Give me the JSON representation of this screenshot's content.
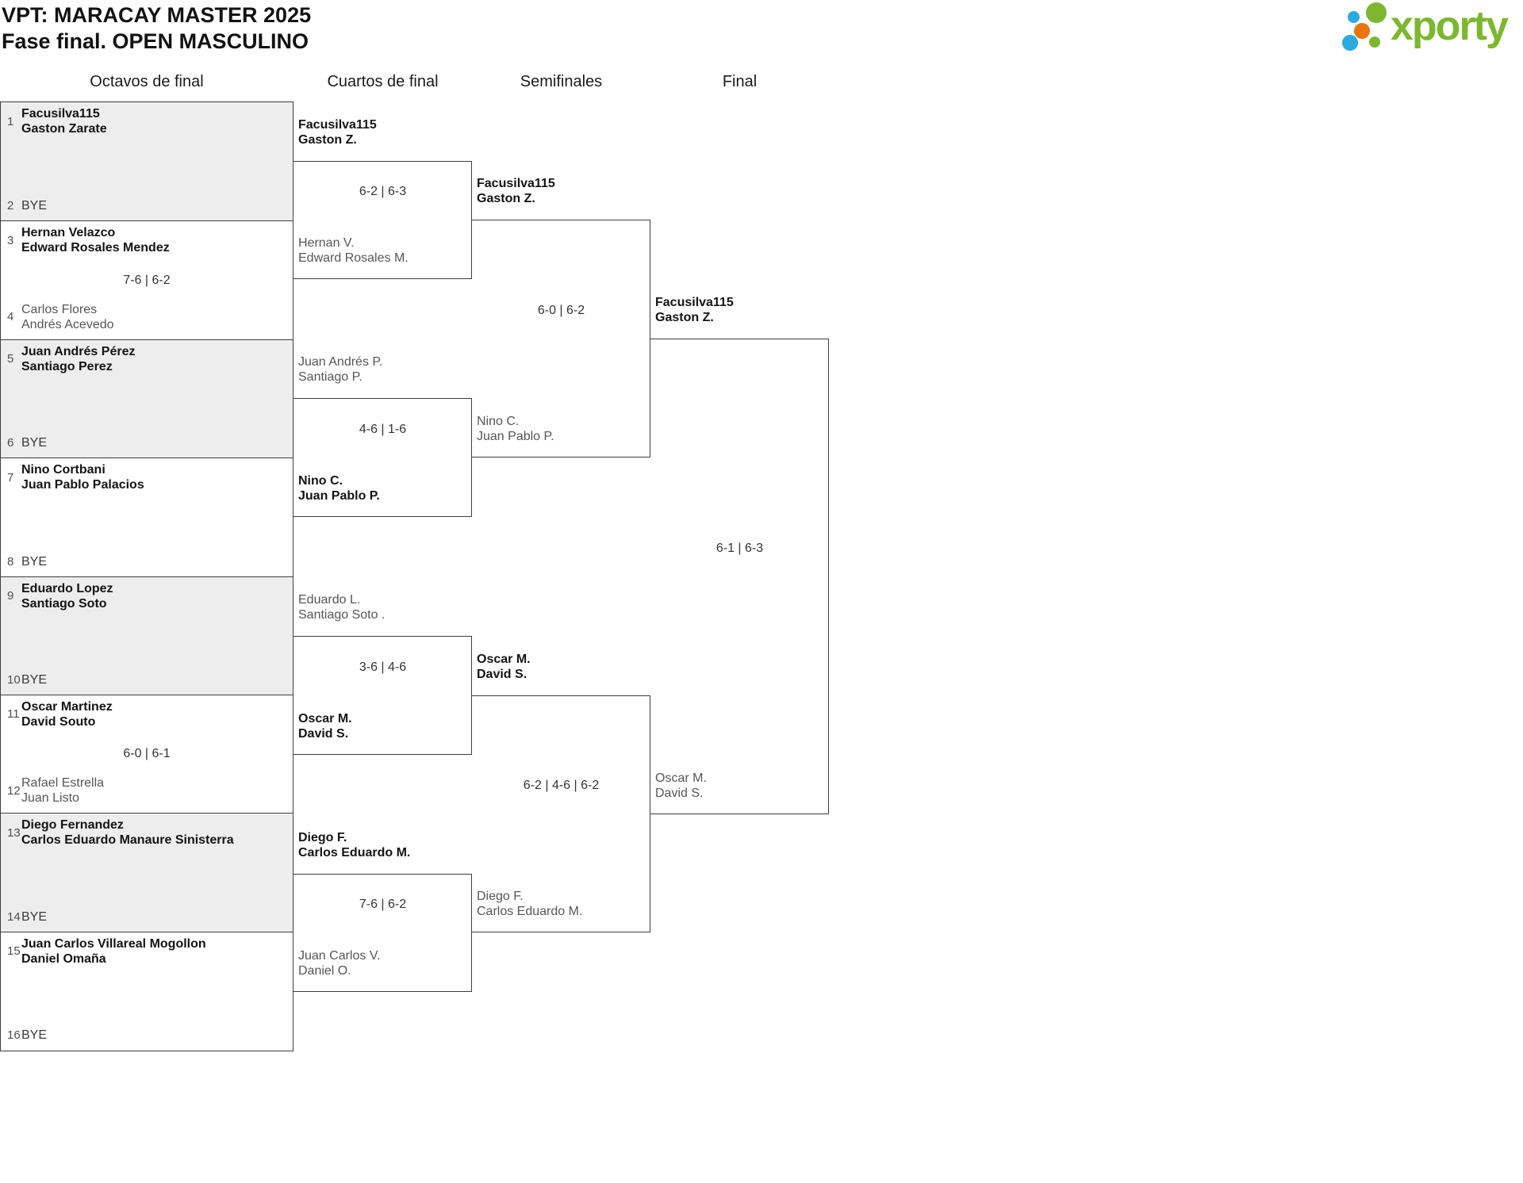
{
  "title": {
    "line1": "VPT: MARACAY MASTER 2025",
    "line2": "Fase final. OPEN MASCULINO"
  },
  "logo": {
    "text": "xporty",
    "green": "#7cb82f",
    "blue": "#2ba9e1",
    "orange": "#ea750f"
  },
  "columns": [
    "Octavos de final",
    "Cuartos de final",
    "Semifinales",
    "Final"
  ],
  "bracket": {
    "r16": [
      {
        "seed1": "1",
        "t1a": "Facusilva115",
        "t1b": "Gaston Zarate",
        "score": "",
        "seed2": "2",
        "t2a": "BYE",
        "t2b": "",
        "winner": "top"
      },
      {
        "seed1": "3",
        "t1a": "Hernan Velazco",
        "t1b": "Edward Rosales Mendez",
        "score": "7-6 | 6-2",
        "seed2": "4",
        "t2a": "Carlos Flores",
        "t2b": "Andrés Acevedo",
        "winner": "top"
      },
      {
        "seed1": "5",
        "t1a": "Juan Andrés Pérez",
        "t1b": "Santiago Perez",
        "score": "",
        "seed2": "6",
        "t2a": "BYE",
        "t2b": "",
        "winner": "top"
      },
      {
        "seed1": "7",
        "t1a": "Nino Cortbani",
        "t1b": "Juan Pablo Palacios",
        "score": "",
        "seed2": "8",
        "t2a": "BYE",
        "t2b": "",
        "winner": "top"
      },
      {
        "seed1": "9",
        "t1a": "Eduardo Lopez",
        "t1b": "Santiago Soto",
        "score": "",
        "seed2": "10",
        "t2a": "BYE",
        "t2b": "",
        "winner": "top"
      },
      {
        "seed1": "11",
        "t1a": "Oscar Martinez",
        "t1b": "David Souto",
        "score": "6-0 | 6-1",
        "seed2": "12",
        "t2a": "Rafael Estrella",
        "t2b": "Juan Listo",
        "winner": "top"
      },
      {
        "seed1": "13",
        "t1a": "Diego Fernandez",
        "t1b": "Carlos Eduardo Manaure Sinisterra",
        "score": "",
        "seed2": "14",
        "t2a": "BYE",
        "t2b": "",
        "winner": "top"
      },
      {
        "seed1": "15",
        "t1a": "Juan Carlos Villareal Mogollon",
        "t1b": "Daniel Omaña",
        "score": "",
        "seed2": "16",
        "t2a": "BYE",
        "t2b": "",
        "winner": "top"
      }
    ],
    "qf": [
      {
        "t1a": "Facusilva115",
        "t1b": "Gaston Z.",
        "score": "6-2 | 6-3",
        "t2a": "Hernan V.",
        "t2b": "Edward Rosales M.",
        "winner": "top"
      },
      {
        "t1a": "Juan Andrés P.",
        "t1b": "Santiago P.",
        "score": "4-6 | 1-6",
        "t2a": "Nino C.",
        "t2b": "Juan Pablo P.",
        "winner": "bottom"
      },
      {
        "t1a": "Eduardo L.",
        "t1b": "Santiago Soto .",
        "score": "3-6 | 4-6",
        "t2a": "Oscar M.",
        "t2b": "David S.",
        "winner": "bottom"
      },
      {
        "t1a": "Diego F.",
        "t1b": "Carlos Eduardo M.",
        "score": "7-6 | 6-2",
        "t2a": "Juan Carlos V.",
        "t2b": "Daniel O.",
        "winner": "top"
      }
    ],
    "sf": [
      {
        "t1a": "Facusilva115",
        "t1b": "Gaston Z.",
        "score": "6-0 | 6-2",
        "t2a": "Nino C.",
        "t2b": "Juan Pablo P.",
        "winner": "top"
      },
      {
        "t1a": "Oscar M.",
        "t1b": "David S.",
        "score": "6-2 | 4-6 | 6-2",
        "t2a": "Diego F.",
        "t2b": "Carlos Eduardo M.",
        "winner": "top"
      }
    ],
    "final": {
      "t1a": "Facusilva115",
      "t1b": "Gaston Z.",
      "score": "6-1 | 6-3",
      "t2a": "Oscar M.",
      "t2b": "David S.",
      "winner": "top"
    }
  }
}
